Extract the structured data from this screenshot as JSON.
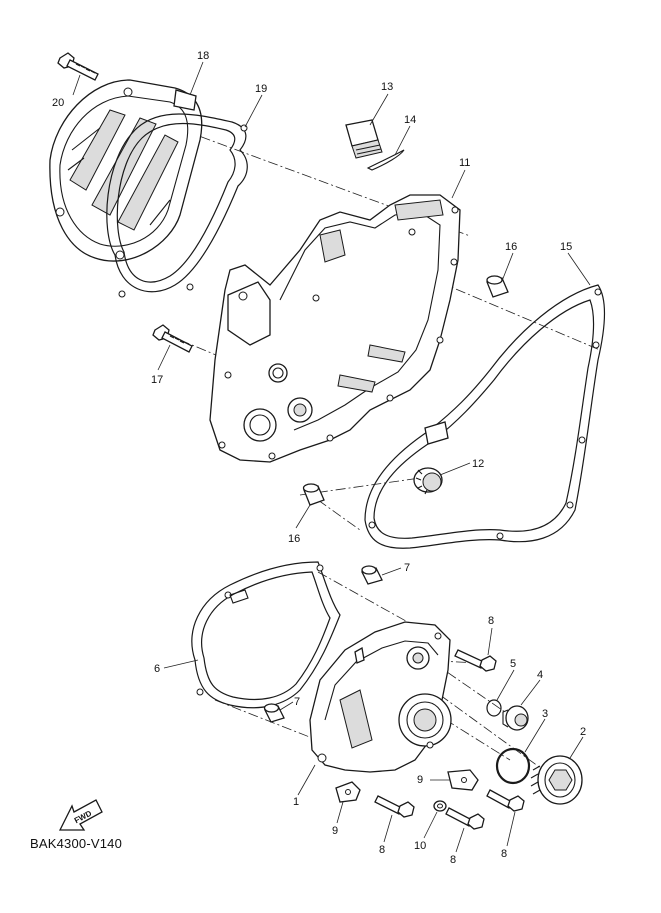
{
  "diagram_code": "BAK4300-V140",
  "fwd_label": "FWD",
  "callouts": {
    "c1": "1",
    "c2": "2",
    "c3": "3",
    "c4": "4",
    "c5": "5",
    "c6": "6",
    "c7a": "7",
    "c7b": "7",
    "c8a": "8",
    "c8b": "8",
    "c8c": "8",
    "c8d": "8",
    "c9a": "9",
    "c9b": "9",
    "c10": "10",
    "c11": "11",
    "c12": "12",
    "c13": "13",
    "c14": "14",
    "c15": "15",
    "c16a": "16",
    "c16b": "16",
    "c17": "17",
    "c18": "18",
    "c19": "19",
    "c20": "20"
  }
}
